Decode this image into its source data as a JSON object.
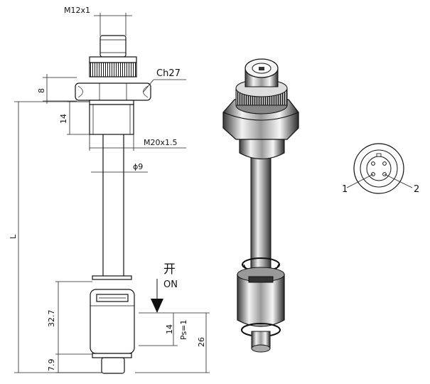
{
  "labels": {
    "thread_top": "M12x1",
    "hex": "Ch27",
    "dim_hex_height": "8",
    "dim_thread_height": "14",
    "thread_main": "M20x1.5",
    "rod_diameter": "ϕ9",
    "length": "L",
    "switch_cn": "开",
    "switch_en": "ON",
    "dim_float": "32.7",
    "dim_ps_value": "14",
    "dim_ps_label": "Ps=1",
    "dim_bottom_total": "26",
    "dim_bottom": "7.9",
    "pin_1": "1",
    "pin_2": "2"
  }
}
